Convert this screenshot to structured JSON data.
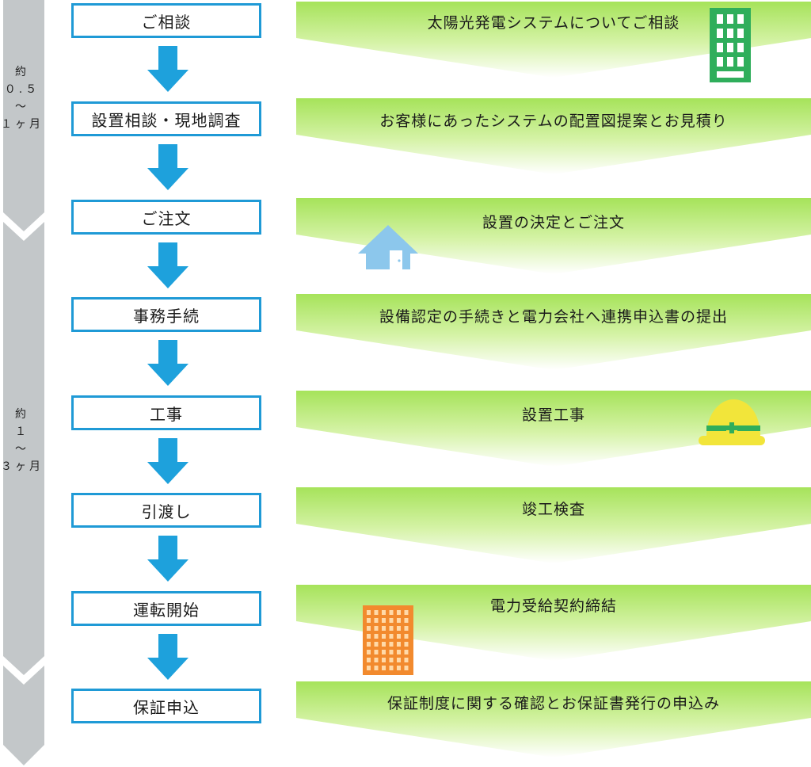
{
  "timeline": {
    "period1": {
      "line1": "約",
      "line2": "０.５",
      "line3": "～",
      "line4": "１ヶ月"
    },
    "period2": {
      "line1": "約",
      "line2": "１",
      "line3": "～",
      "line4": "３ヶ月"
    }
  },
  "steps": [
    {
      "label": "ご相談",
      "description": "太陽光発電システムについてご相談"
    },
    {
      "label": "設置相談・現地調査",
      "description": "お客様にあったシステムの配置図提案とお見積り"
    },
    {
      "label": "ご注文",
      "description": "設置の決定とご注文"
    },
    {
      "label": "事務手続",
      "description": "設備認定の手続きと電力会社へ連携申込書の提出"
    },
    {
      "label": "工事",
      "description": "設置工事"
    },
    {
      "label": "引渡し",
      "description": "竣工検査"
    },
    {
      "label": "運転開始",
      "description": "電力受給契約締結"
    },
    {
      "label": "保証申込",
      "description": "保証制度に関する確認とお保証書発行の申込み"
    }
  ],
  "colors": {
    "box_border": "#1f9ad6",
    "arrow": "#1ea1dc",
    "banner_top": "#a6e35a",
    "banner_bottom": "#ffffff",
    "timeline": "#c3c7c9",
    "building_green": "#2fae5b",
    "house_blue": "#8cc7ec",
    "helmet_yellow": "#f2e53a",
    "building_orange": "#f28a2e"
  },
  "icons": [
    "building-green-icon",
    "house-icon",
    "helmet-icon",
    "building-orange-icon"
  ]
}
